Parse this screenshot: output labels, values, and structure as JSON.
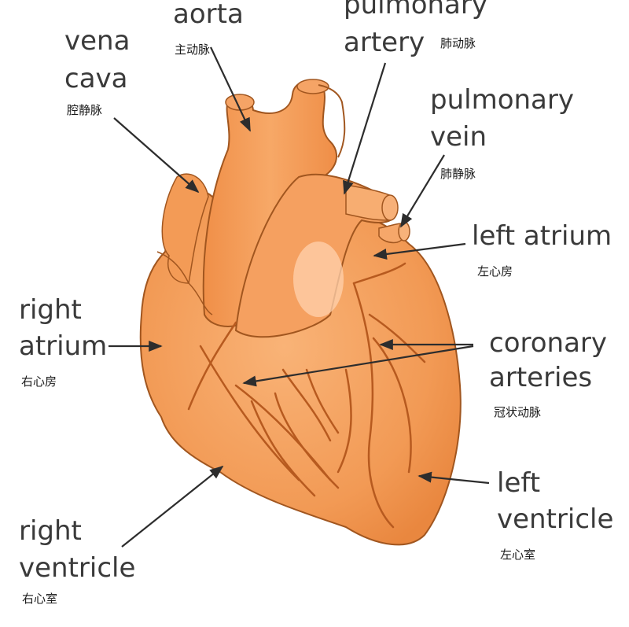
{
  "colors": {
    "heart_fill": "#f5a05f",
    "heart_outline": "#a1561f",
    "vessel_lines": "#b75a1f",
    "highlight": "#ffd2ae",
    "arrow": "#2d2d2d",
    "text": "#3a3a3a"
  },
  "labels": {
    "aorta": {
      "en": "aorta",
      "zh": "主动脉"
    },
    "pulmonary_artery": {
      "en_line1": "pulmonary",
      "en_line2": "artery",
      "zh": "肺动脉"
    },
    "vena_cava": {
      "en_line1": "vena",
      "en_line2": "cava",
      "zh": "腔静脉"
    },
    "pulmonary_vein": {
      "en_line1": "pulmonary",
      "en_line2": "vein",
      "zh": "肺静脉"
    },
    "left_atrium": {
      "en": "left atrium",
      "zh": "左心房"
    },
    "right_atrium": {
      "en_line1": "right",
      "en_line2": "atrium",
      "zh": "右心房"
    },
    "coronary_arteries": {
      "en_line1": "coronary",
      "en_line2": "arteries",
      "zh": "冠状动脉"
    },
    "left_ventricle": {
      "en_line1": "left",
      "en_line2": "ventricle",
      "zh": "左心室"
    },
    "right_ventricle": {
      "en_line1": "right",
      "en_line2": "ventricle",
      "zh": "右心室"
    }
  }
}
